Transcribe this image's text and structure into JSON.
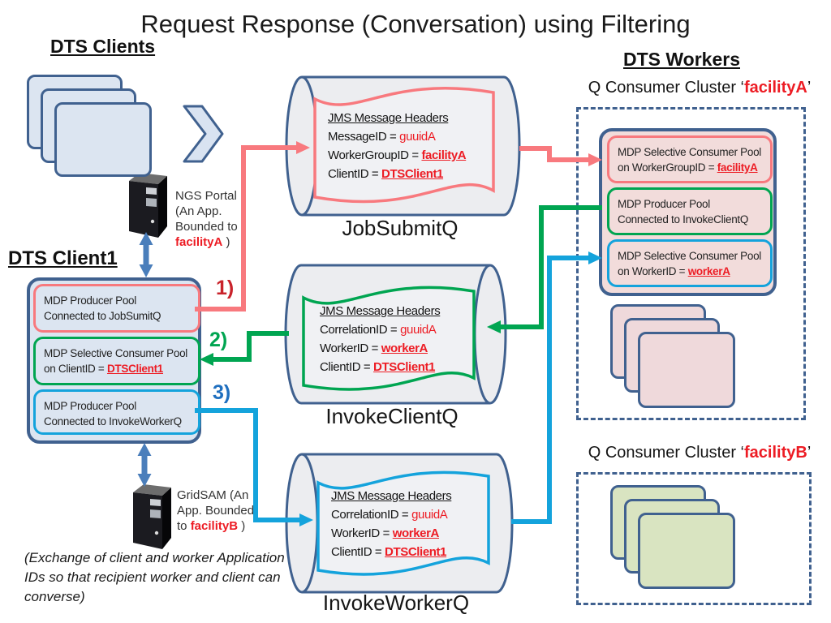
{
  "title": "Request Response (Conversation) using Filtering",
  "colors": {
    "pink_accent": "#F8797E",
    "green_accent": "#00A551",
    "cyan_accent": "#14A3DC",
    "navy_border": "#40618F",
    "red_text": "#ED1C24",
    "steel_arrow": "#4A7EBB",
    "step1_red": "#C9232B",
    "step3_blue": "#1F6FBF"
  },
  "clients": {
    "heading": "DTS Clients",
    "ngs": {
      "pre": "NGS Portal (An App. Bounded to ",
      "em": "facilityA",
      "post": " )"
    },
    "gridsam": {
      "pre": "GridSAM (An App. Bounded to ",
      "em": "facilityB",
      "post": " )"
    }
  },
  "client1": {
    "heading": "DTS Client1",
    "pools": [
      {
        "line1": "MDP Producer Pool",
        "line2": "Connected to JobSumitQ"
      },
      {
        "line1": "MDP Selective Consumer Pool",
        "line2_pre": "on ClientID = ",
        "line2_em": "DTSClient1"
      },
      {
        "line1": "MDP Producer Pool",
        "line2": "Connected to InvokeWorkerQ"
      }
    ]
  },
  "steps": [
    {
      "label": "1)"
    },
    {
      "label": "2)"
    },
    {
      "label": "3)"
    }
  ],
  "queues": [
    {
      "name": "JobSubmitQ",
      "header": "JMS Message Headers",
      "fields": [
        {
          "label": "MessageID = ",
          "value": "guuidA"
        },
        {
          "label": "WorkerGroupID = ",
          "value": "facilityA"
        },
        {
          "label": "ClientID = ",
          "value": "DTSClient1"
        }
      ]
    },
    {
      "name": "InvokeClientQ",
      "header": "JMS Message Headers",
      "fields": [
        {
          "label": "CorrelationID = ",
          "value": "guuidA"
        },
        {
          "label": "WorkerID = ",
          "value": "workerA"
        },
        {
          "label": "ClientID = ",
          "value": "DTSClient1"
        }
      ]
    },
    {
      "name": "InvokeWorkerQ",
      "header": "JMS Message Headers",
      "fields": [
        {
          "label": "CorrelationID = ",
          "value": "guuidA"
        },
        {
          "label": "WorkerID = ",
          "value": "workerA"
        },
        {
          "label": "ClientID = ",
          "value": "DTSClient1"
        }
      ]
    }
  ],
  "workers": {
    "heading": "DTS Workers",
    "cluster_a": {
      "pre": "Q Consumer Cluster ‘",
      "em": "facilityA",
      "post": "’"
    },
    "cluster_b": {
      "pre": "Q Consumer Cluster ‘",
      "em": "facilityB",
      "post": "’"
    },
    "pools": [
      {
        "line1": "MDP Selective Consumer Pool",
        "line2_pre": "on WorkerGroupID = ",
        "line2_em": "facilityA"
      },
      {
        "line1": "MDP Producer Pool",
        "line2": "Connected to InvokeClientQ"
      },
      {
        "line1": "MDP Selective Consumer Pool",
        "line2_pre": "on WorkerID = ",
        "line2_em": "workerA"
      }
    ]
  },
  "footnote": "(Exchange of client and worker Application IDs so that recipient worker and client can converse)"
}
